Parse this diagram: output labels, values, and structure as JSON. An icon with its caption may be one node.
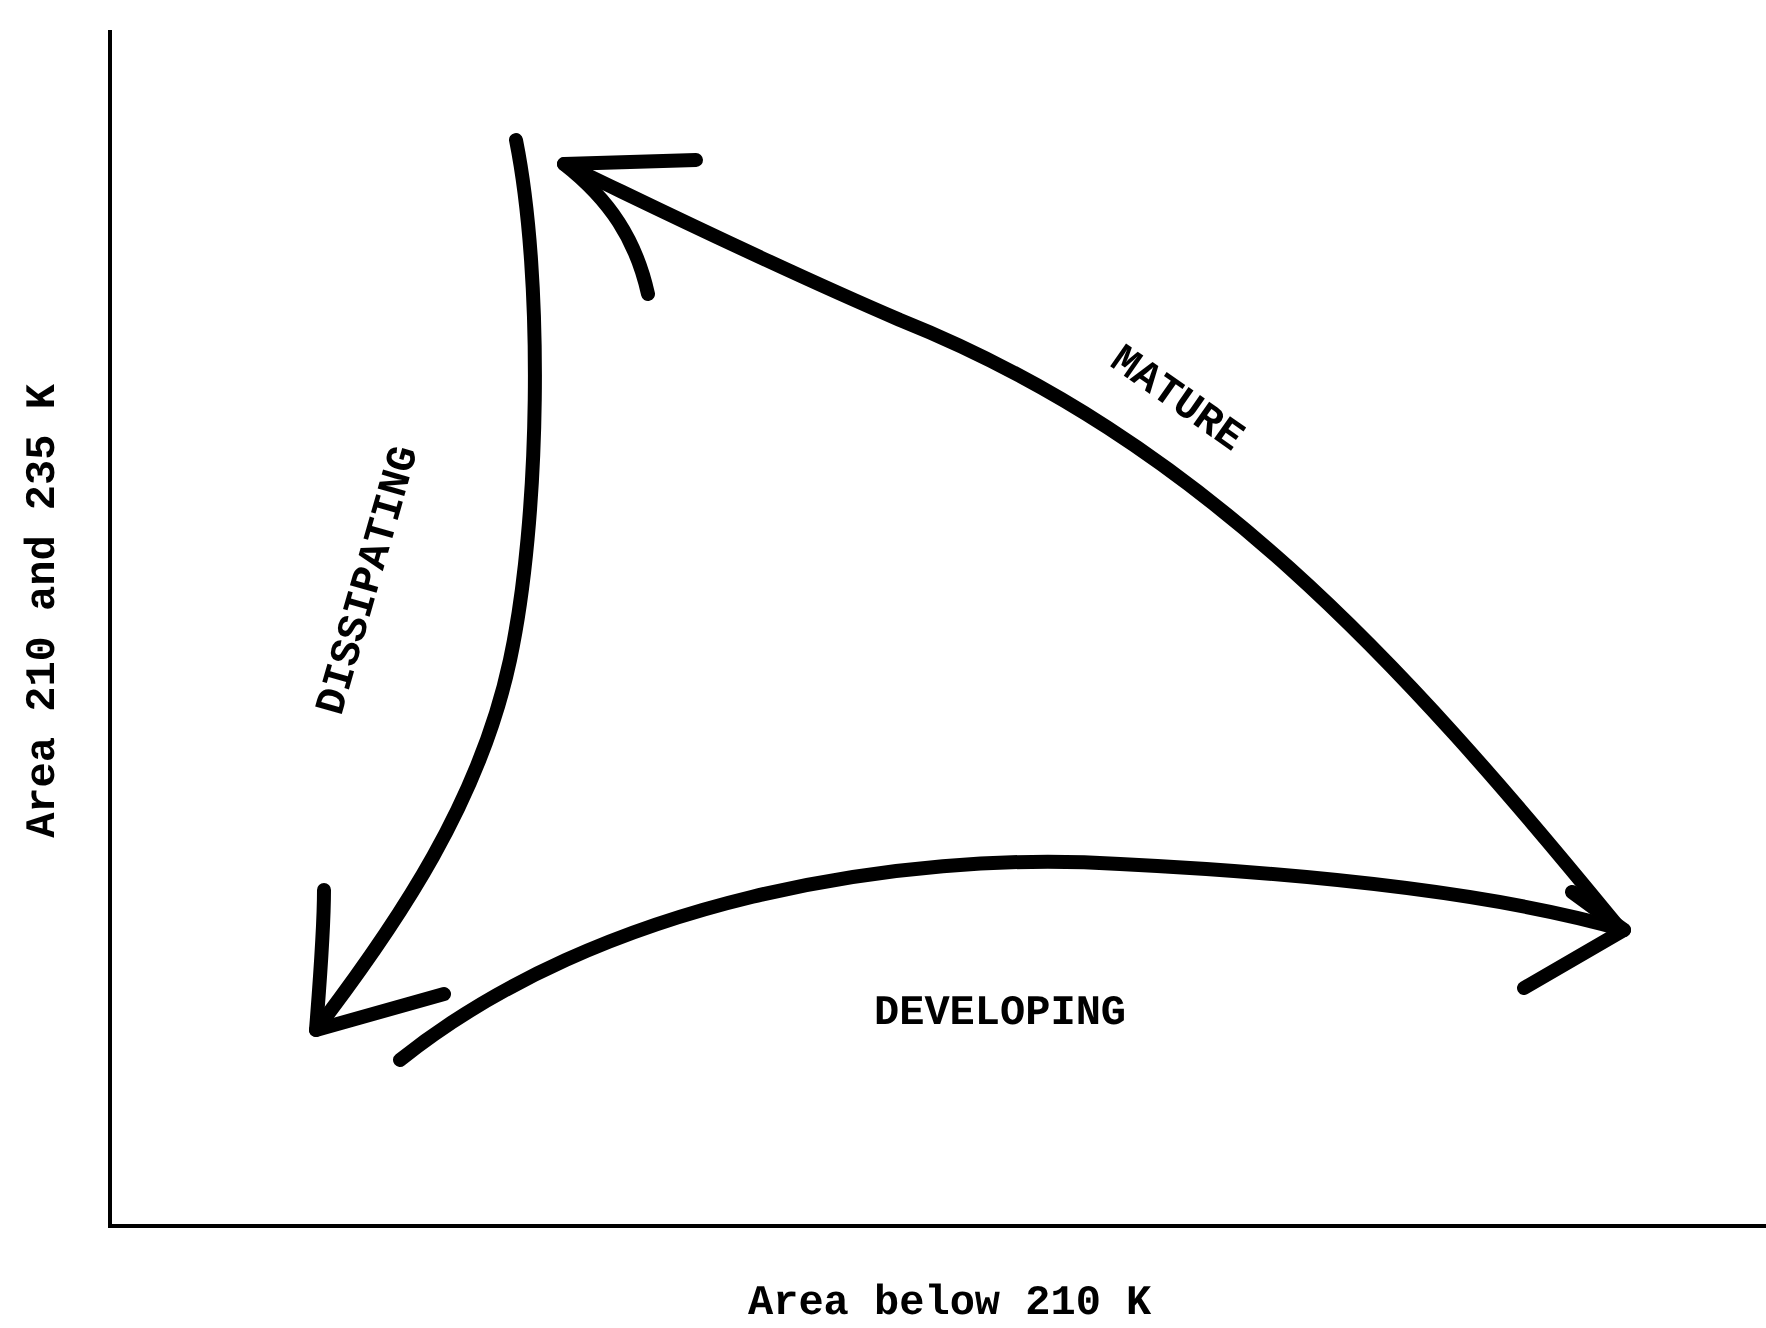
{
  "diagram": {
    "labels": [
      "MATURE",
      "DISSIPATING",
      "DEVELOPING",
      "Area 210 and 235 K",
      "Area below 210 K"
    ]
  }
}
